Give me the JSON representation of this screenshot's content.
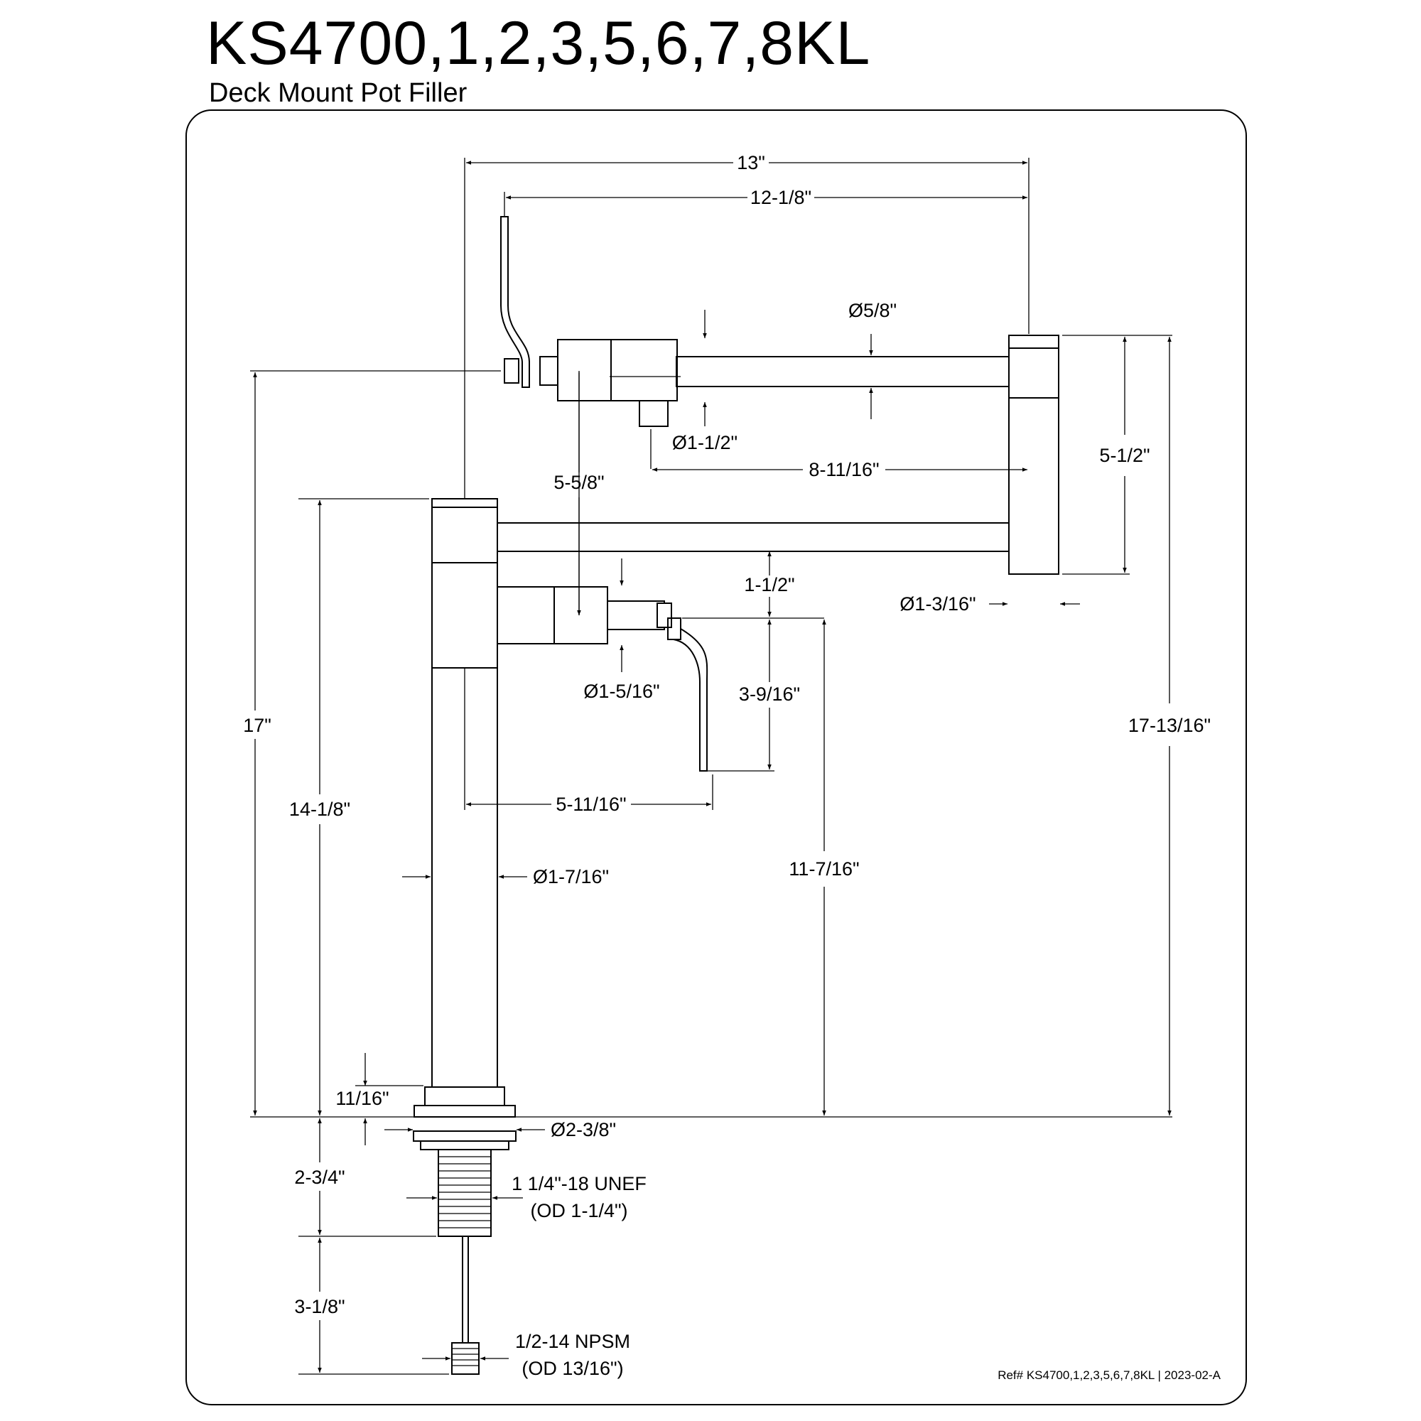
{
  "header": {
    "title": "KS4700,1,2,3,5,6,7,8KL",
    "subtitle": "Deck Mount Pot Filler"
  },
  "footer": {
    "ref": "Ref# KS4700,1,2,3,5,6,7,8KL | 2023-02-A"
  },
  "dimensions": {
    "overall_width": "13\"",
    "arm_reach": "12-1/8\"",
    "spout_diameter": "Ø5/8\"",
    "valve_diameter_upper": "Ø1-1/2\"",
    "spout_length": "8-11/16\"",
    "elbow_height": "5-1/2\"",
    "valve_offset": "5-5/8\"",
    "arm_gap": "1-1/2\"",
    "elbow_diameter": "Ø1-3/16\"",
    "valve_diameter_lower": "Ø1-5/16\"",
    "handle_drop": "3-9/16\"",
    "total_height": "17-13/16\"",
    "height_17": "17\"",
    "body_height": "14-1/8\"",
    "handle_reach": "5-11/16\"",
    "handle_height": "11-7/16\"",
    "body_diameter": "Ø1-7/16\"",
    "flange_height": "11/16\"",
    "flange_diameter": "Ø2-3/8\"",
    "shank_length": "2-3/4\"",
    "shank_thread": "1 1/4\"-18 UNEF",
    "shank_od": "(OD 1-1/4\")",
    "supply_length": "3-1/8\"",
    "supply_thread": "1/2-14 NPSM",
    "supply_od": "(OD 13/16\")"
  }
}
